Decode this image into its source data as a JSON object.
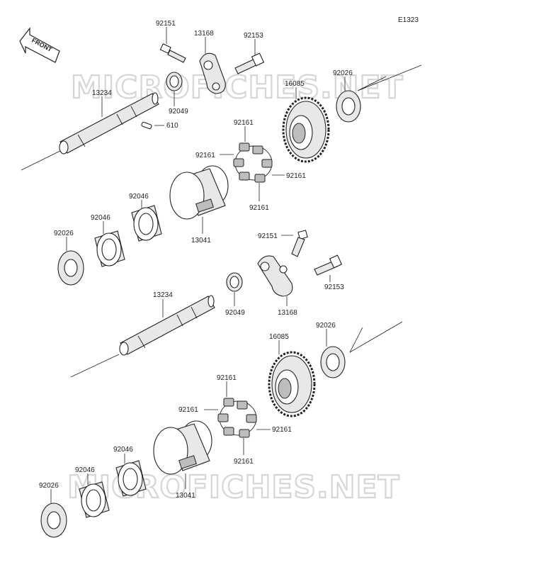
{
  "diagram_code": "E1323",
  "front_label": "FRONT",
  "watermark": "MICROFICHES.NET",
  "assemblies": [
    {
      "labels": {
        "p92151": "92151",
        "p13168": "13168",
        "p92153": "92153",
        "p92026a": "92026",
        "p16085": "16085",
        "p13234": "13234",
        "p92049": "92049",
        "p610": "610",
        "p92161a": "92161",
        "p92161b": "92161",
        "p92161c": "92161",
        "p92161d": "92161",
        "p92046a": "92046",
        "p92046b": "92046",
        "p92026b": "92026",
        "p13041": "13041"
      }
    },
    {
      "labels": {
        "p92151": "92151",
        "p92153": "92153",
        "p13168": "13168",
        "p13234": "13234",
        "p92049": "92049",
        "p16085": "16085",
        "p92026a": "92026",
        "p92161a": "92161",
        "p92161b": "92161",
        "p92161c": "92161",
        "p92161d": "92161",
        "p92046a": "92046",
        "p92046b": "92046",
        "p92026b": "92026",
        "p13041": "13041"
      }
    }
  ]
}
